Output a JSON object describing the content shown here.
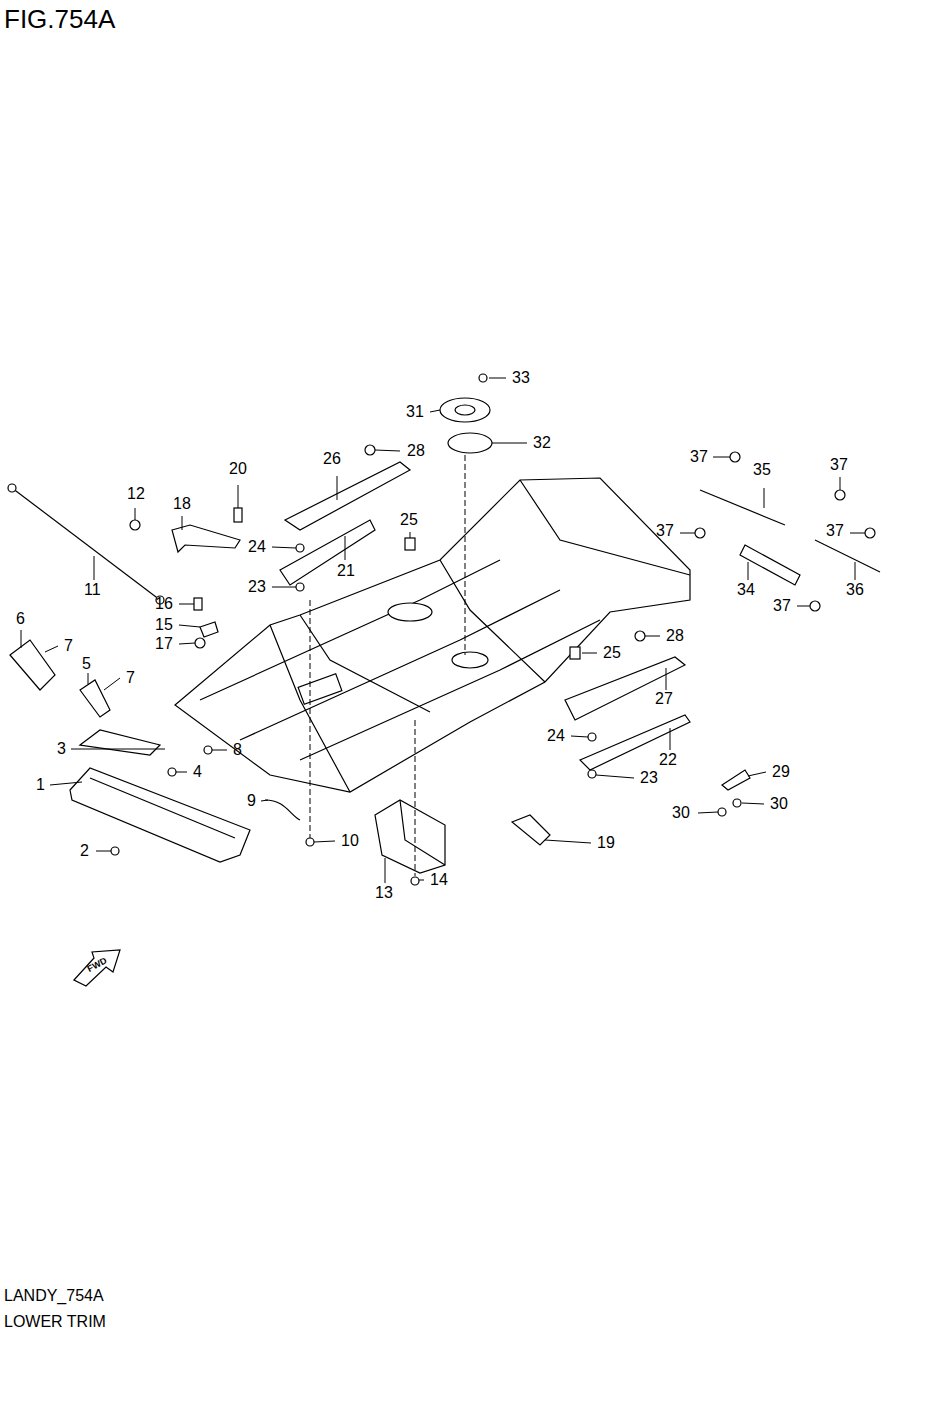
{
  "diagram": {
    "title": "FIG.754A",
    "labels": [
      "33",
      "31",
      "32",
      "37",
      "37",
      "35",
      "28",
      "26",
      "20",
      "12",
      "18",
      "25",
      "37",
      "37",
      "24",
      "21",
      "23",
      "11",
      "34",
      "36",
      "37",
      "16",
      "6",
      "15",
      "28",
      "7",
      "17",
      "25",
      "5",
      "7",
      "27",
      "24",
      "3",
      "8",
      "22",
      "4",
      "23",
      "29",
      "1",
      "9",
      "30",
      "30",
      "10",
      "19",
      "2",
      "14",
      "13",
      "FWD",
      "LANDY_754A",
      "LOWER TRIM"
    ]
  }
}
